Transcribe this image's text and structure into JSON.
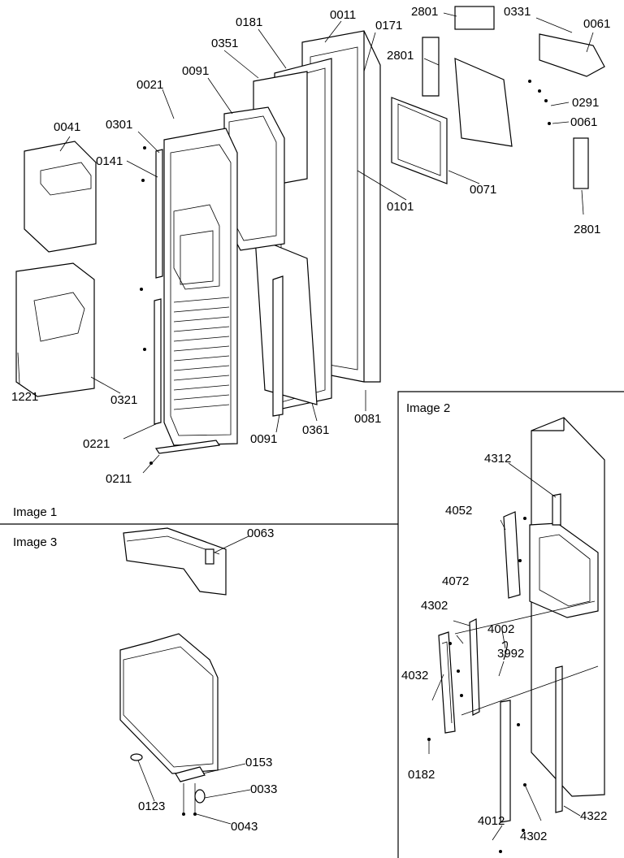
{
  "figures": {
    "image1": {
      "caption": "Image 1",
      "callouts": [
        "0011",
        "0171",
        "0181",
        "0351",
        "0091",
        "0021",
        "0301",
        "0041",
        "0141",
        "1221",
        "0321",
        "0221",
        "0211",
        "0091",
        "0361",
        "0081",
        "0101",
        "2801",
        "0331",
        "0061",
        "2801",
        "0291",
        "0061",
        "0071",
        "2801"
      ]
    },
    "image2": {
      "caption": "Image 2",
      "callouts": [
        "4312",
        "4052",
        "4072",
        "4302",
        "4032",
        "4002",
        "3992",
        "0182",
        "4012",
        "4302",
        "4322"
      ]
    },
    "image3": {
      "caption": "Image 3",
      "callouts": [
        "0063",
        "0153",
        "0033",
        "0123",
        "0043"
      ]
    }
  }
}
